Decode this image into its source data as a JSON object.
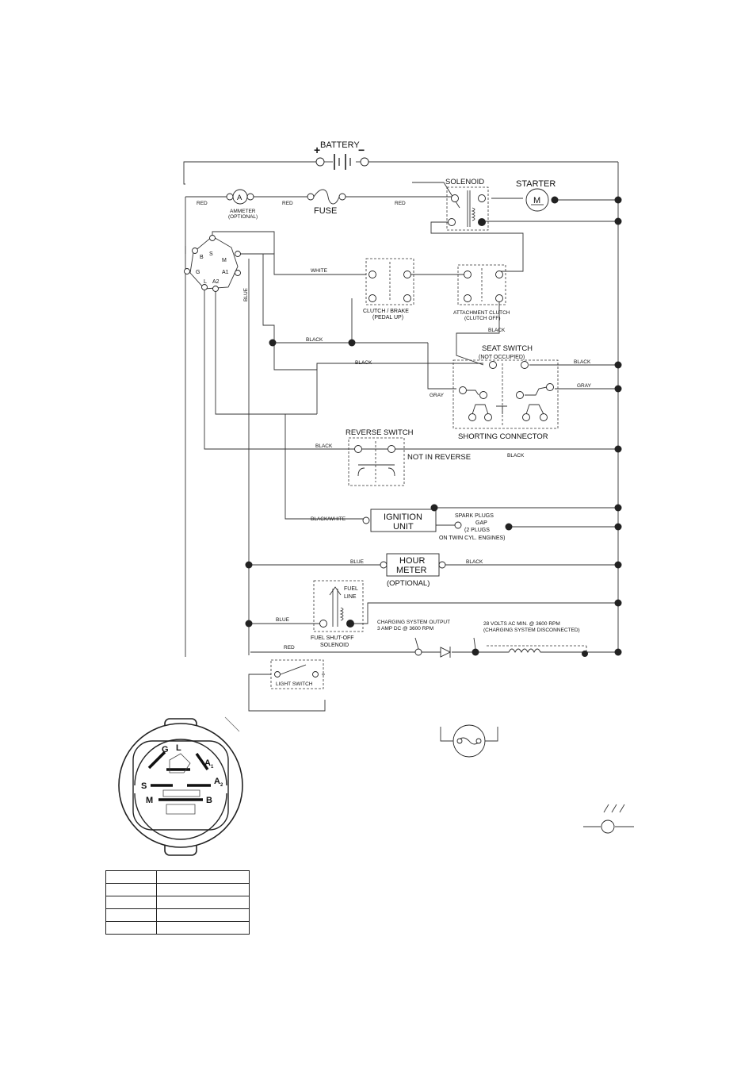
{
  "components": {
    "battery": "BATTERY",
    "plus": "+",
    "minus": "−",
    "solenoid": "SOLENOID",
    "starter": "STARTER",
    "starter_symbol": "M",
    "ammeter_symbol": "A",
    "ammeter": "AMMETER",
    "ammeter_optional": "(OPTIONAL)",
    "fuse": "FUSE",
    "clutch_brake": "CLUTCH / BRAKE",
    "clutch_brake_sub": "(PEDAL UP)",
    "attachment_clutch": "ATTACHMENT CLUTCH",
    "attachment_clutch_sub": "(CLUTCH OFF)",
    "seat_switch": "SEAT SWITCH",
    "seat_switch_sub": "(NOT OCCUPIED)",
    "shorting_connector": "SHORTING CONNECTOR",
    "reverse_switch": "REVERSE SWITCH",
    "not_in_reverse": "NOT IN REVERSE",
    "ignition_unit_1": "IGNITION",
    "ignition_unit_2": "UNIT",
    "spark_plugs_1": "SPARK PLUGS",
    "spark_plugs_2": "GAP",
    "spark_plugs_3": "(2 PLUGS",
    "spark_plugs_4": "ON TWIN CYL. ENGINES)",
    "hour_meter_1": "HOUR",
    "hour_meter_2": "METER",
    "hour_meter_optional": "(OPTIONAL)",
    "fuel_line_1": "FUEL",
    "fuel_line_2": "LINE",
    "fuel_shutoff_1": "FUEL SHUT-OFF",
    "fuel_shutoff_2": "SOLENOID",
    "charging_output_1": "CHARGING SYSTEM OUTPUT",
    "charging_output_2": "3 AMP DC @ 3600 RPM",
    "charging_ac_1": "28 VOLTS AC MIN. @ 3600 RPM",
    "charging_ac_2": "(CHARGING SYSTEM DISCONNECTED)",
    "light_switch": "LIGHT SWITCH"
  },
  "ignition_switch_terminals": [
    "B",
    "S",
    "M",
    "G",
    "A1",
    "L",
    "A2"
  ],
  "wire_colors": {
    "red_1": "RED",
    "red_2": "RED",
    "red_3": "RED",
    "red_4": "RED",
    "white": "WHITE",
    "blue_vertical": "BLUE",
    "black_1": "BLACK",
    "black_2": "BLACK",
    "black_3": "BLACK",
    "black_4": "BLACK",
    "black_5": "BLACK",
    "black_6": "BLACK",
    "black_7": "BLACK",
    "gray_1": "GRAY",
    "gray_2": "GRAY",
    "black_white": "BLACK/WHITE",
    "blue_1": "BLUE",
    "blue_2": "BLUE"
  },
  "switch_face_labels": {
    "g": "G",
    "l": "L",
    "a1": "A",
    "a1_sub": "1",
    "s": "S",
    "a2": "A",
    "a2_sub": "2",
    "m": "M",
    "b": "B"
  },
  "colors": {
    "ink": "#222222",
    "background": "#ffffff"
  }
}
